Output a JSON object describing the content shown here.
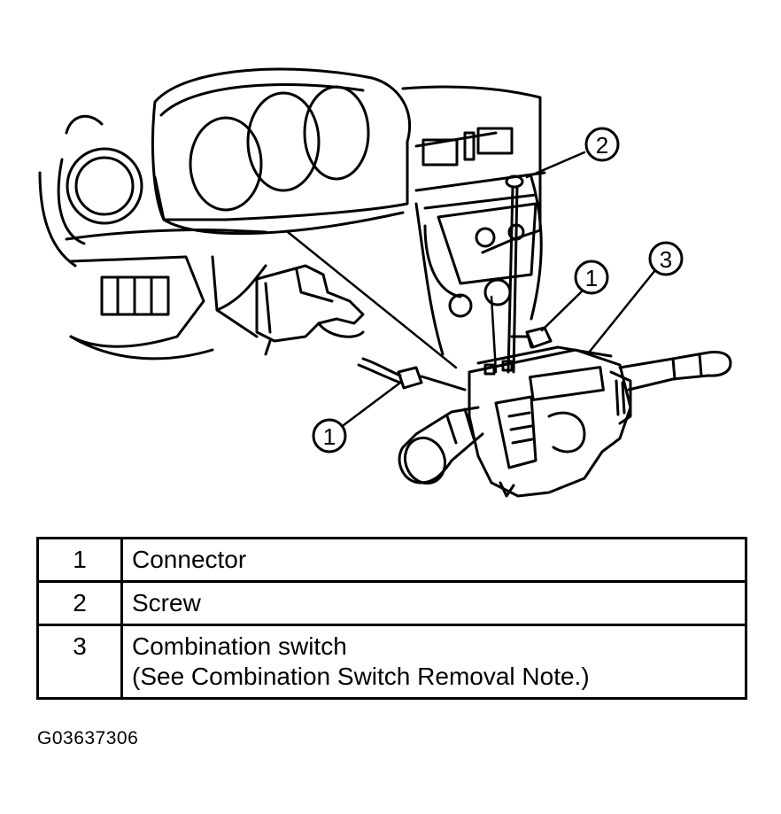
{
  "callouts": [
    "1",
    "2",
    "3"
  ],
  "legend": {
    "rows": [
      {
        "number": "1",
        "lines": [
          "Connector"
        ]
      },
      {
        "number": "2",
        "lines": [
          "Screw"
        ]
      },
      {
        "number": "3",
        "lines": [
          "Combination switch",
          "(See Combination Switch Removal Note.)"
        ]
      }
    ]
  },
  "figure_code": "G03637306"
}
